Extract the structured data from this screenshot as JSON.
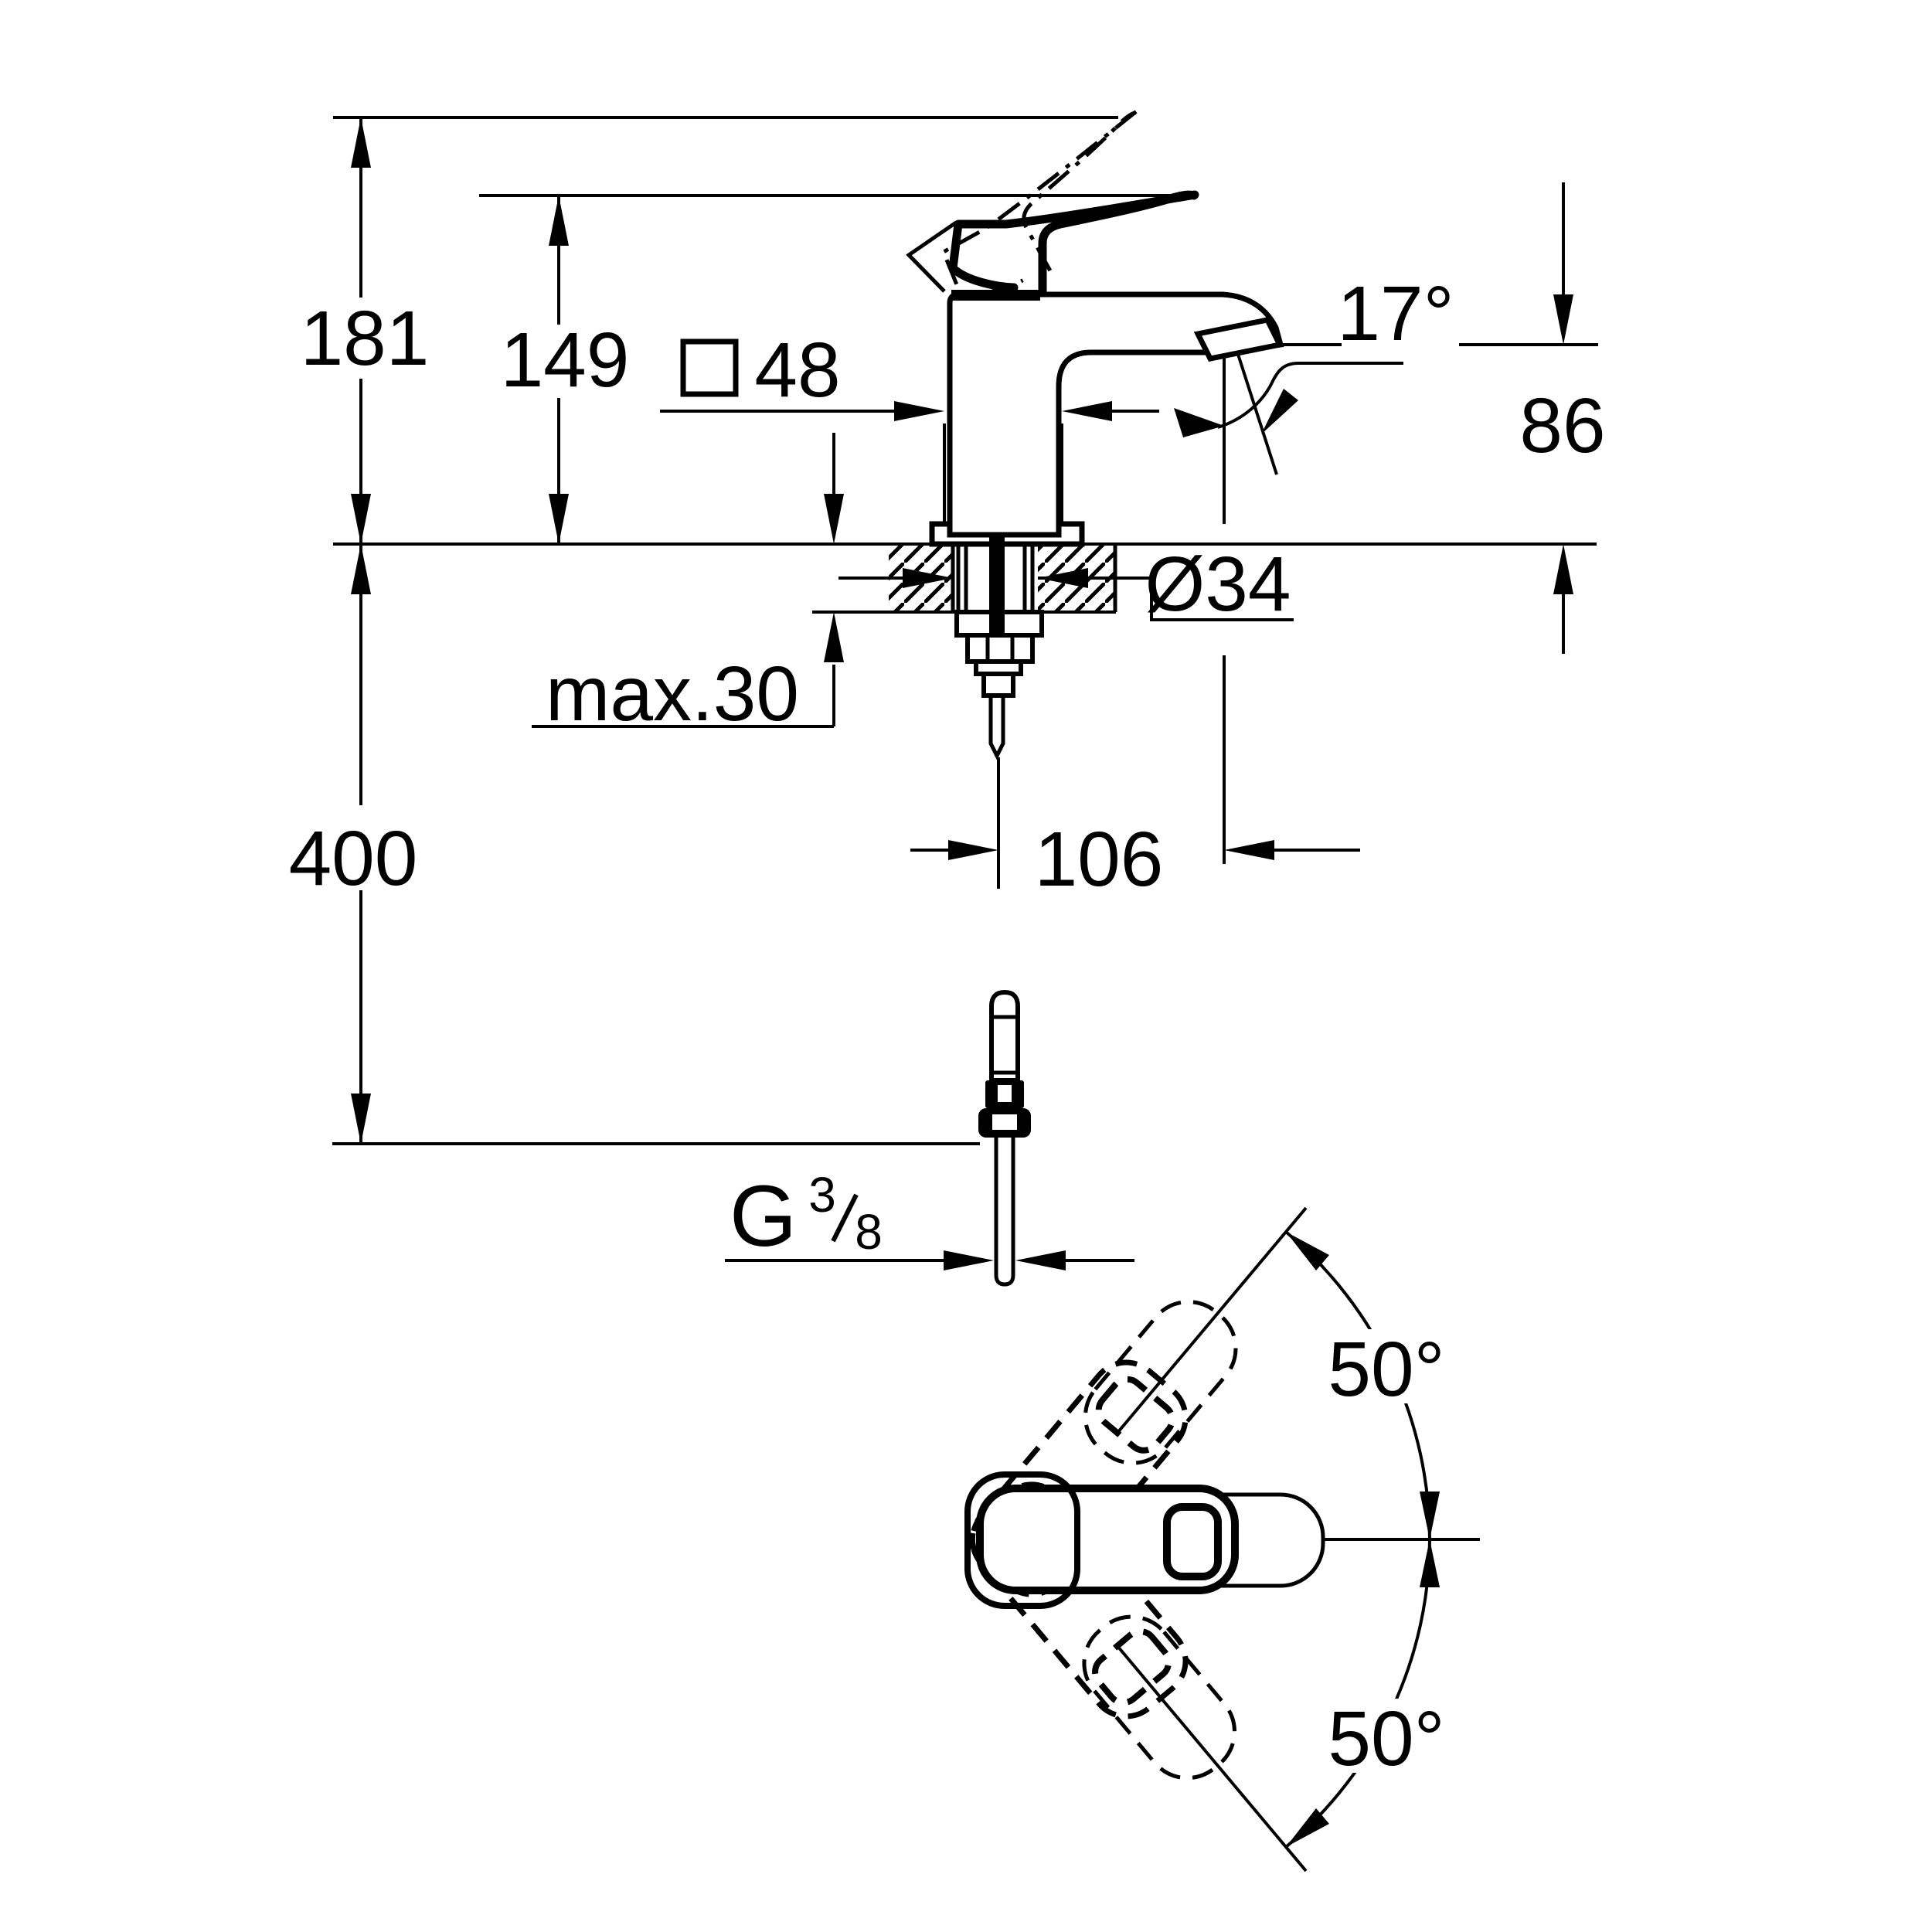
{
  "drawing": {
    "background": "#ffffff",
    "ink": "#000000",
    "type": "faucet-installation-dimension-drawing",
    "side_view": {
      "height_overall": "181",
      "height_lever_lowered": "149",
      "body_width": {
        "symbol": "□",
        "value": "48"
      },
      "spout_angle": "17°",
      "spout_outlet_height": "86",
      "hole_diameter": "Ø34",
      "max_deck_thickness": "max.30",
      "hose_length": "400",
      "spout_reach": "106",
      "thread": {
        "prefix": "G",
        "numerator": "3",
        "slash": "/",
        "denominator": "8"
      }
    },
    "top_view": {
      "swivel_up": "50°",
      "swivel_down": "50°"
    }
  }
}
